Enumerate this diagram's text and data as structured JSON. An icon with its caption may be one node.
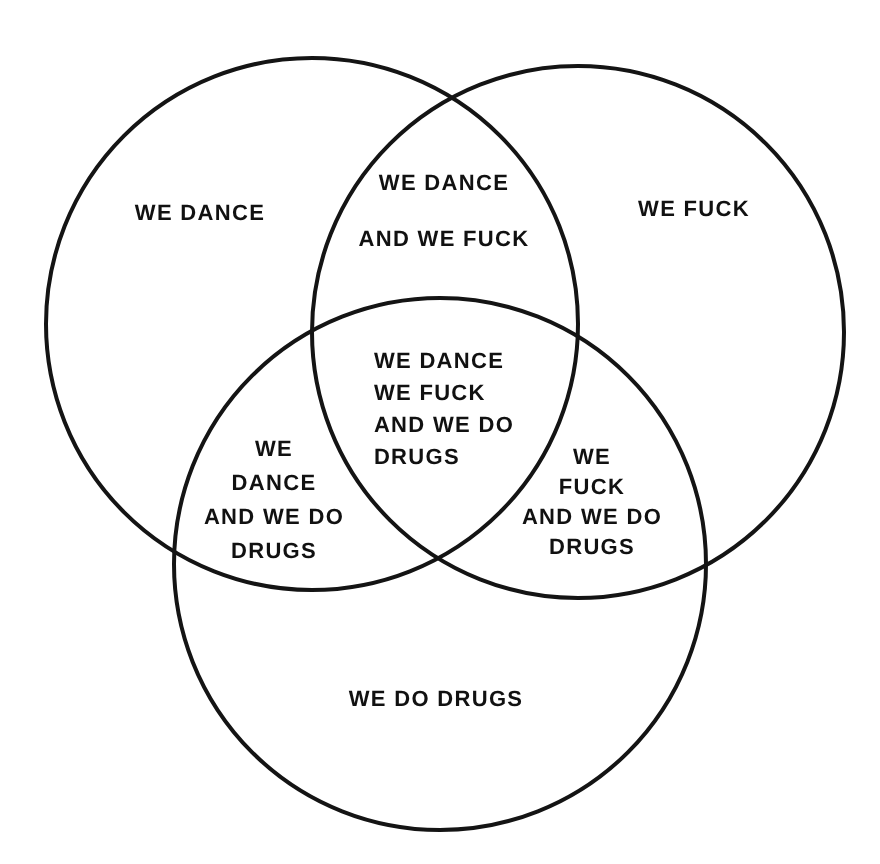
{
  "diagram": {
    "nodes": [
      {
        "text": [
          "WE DANCE"
        ]
      },
      {
        "text": [
          "WE FUCK"
        ]
      },
      {
        "text": [
          "WE DO DRUGS"
        ]
      }
    ],
    "labels": [
      "WE DANCE AND WE FUCK",
      "WE DANCE WE FUCK AND WE DO DRUGS",
      "WE DANCE AND WE DO DRUGS",
      "WE FUCK AND WE DO DRUGS"
    ]
  }
}
